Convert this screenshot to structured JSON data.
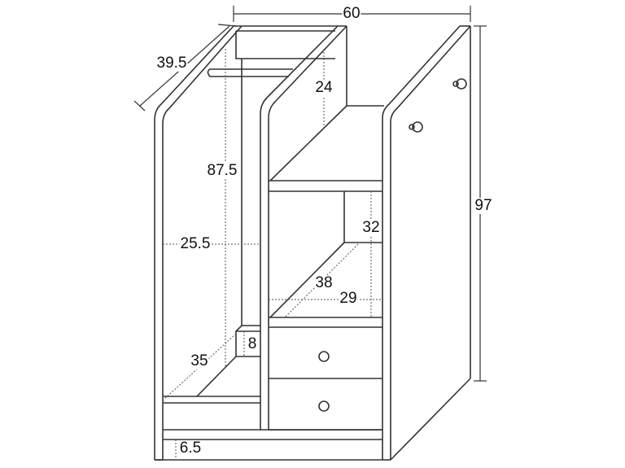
{
  "title": "Staircase storage cabinet dimension drawing",
  "dimensions": {
    "width": "60",
    "depth": "39.5",
    "height": "97",
    "top_box_height": "24",
    "hanging_height": "87.5",
    "hanging_width": "25.5",
    "shelf_height": "32",
    "shelf_depth": "38",
    "shelf_width": "29",
    "bottom_depth": "35",
    "step_height": "8",
    "base_height": "6.5"
  }
}
